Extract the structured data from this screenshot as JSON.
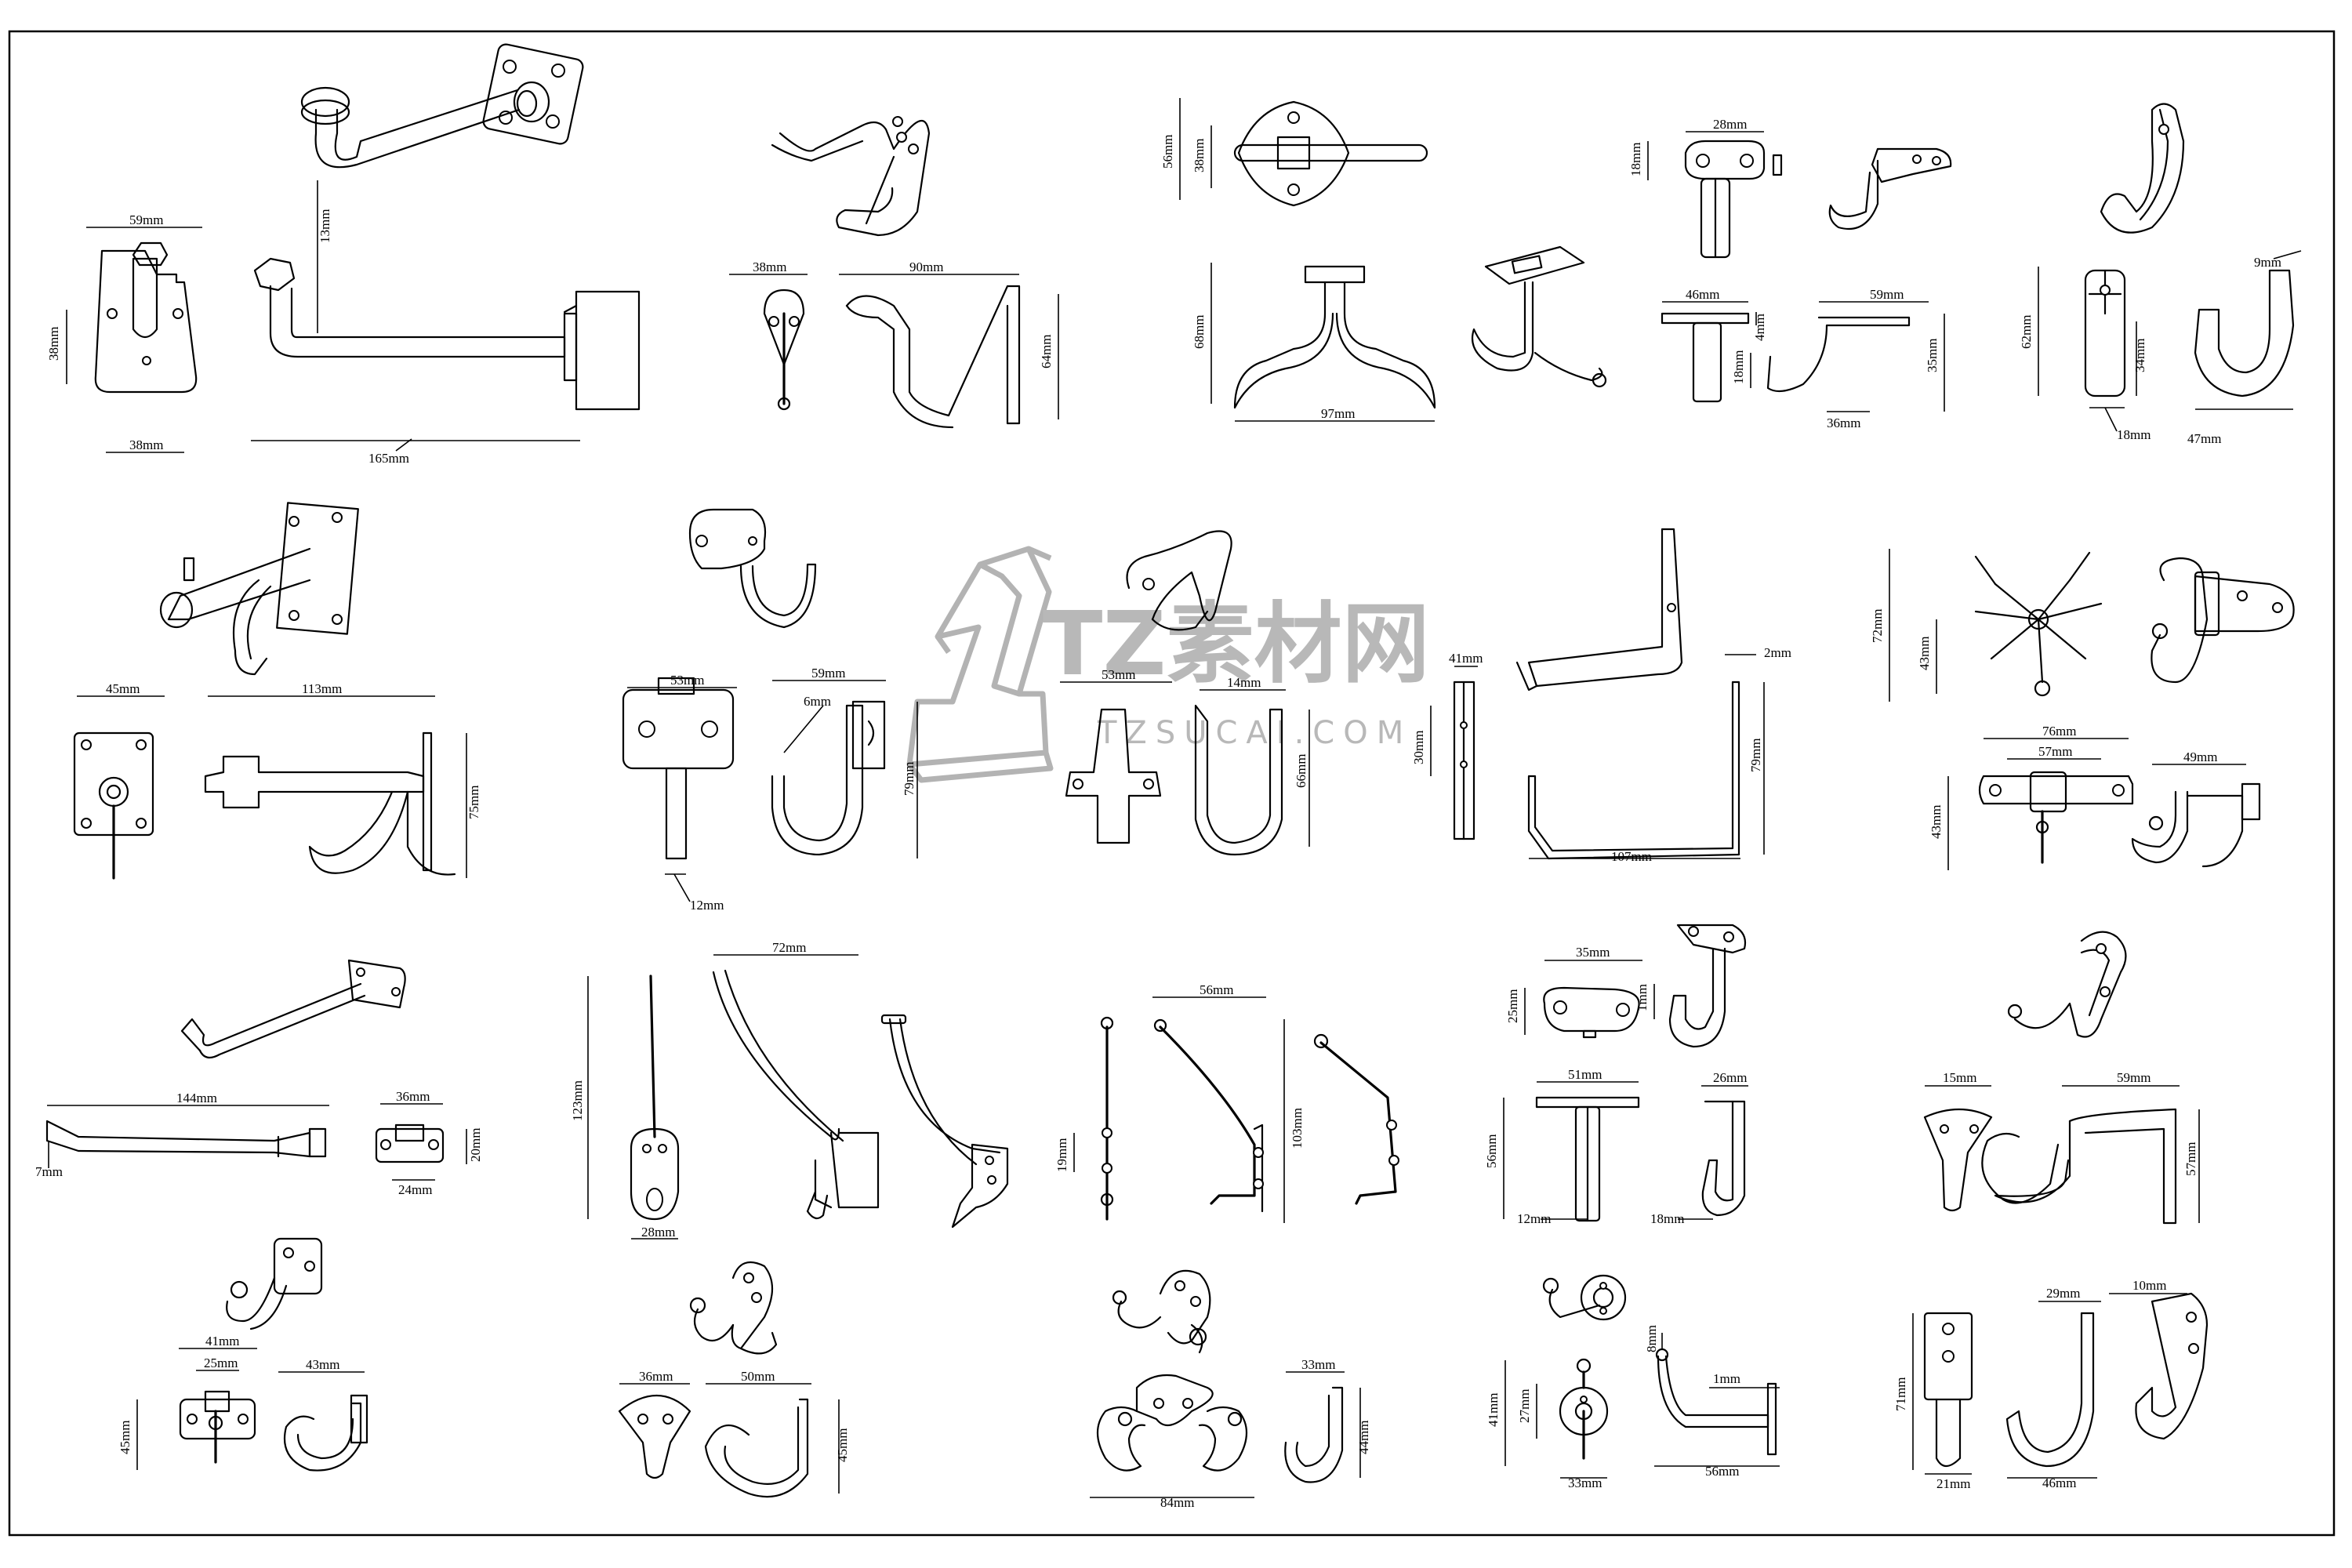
{
  "watermark": {
    "brand": "TZ素材网",
    "domain": "TZSUCAI.COM"
  },
  "dims": {
    "a1": "59mm",
    "a2": "38mm",
    "a3": "38mm",
    "a4": "13mm",
    "a5": "165mm",
    "b1": "38mm",
    "b2": "90mm",
    "b3": "64mm",
    "c1": "56mm",
    "c2": "38mm",
    "c3": "68mm",
    "c4": "97mm",
    "d1": "28mm",
    "d2": "18mm",
    "d3": "46mm",
    "d4": "4mm",
    "d5": "59mm",
    "d6": "35mm",
    "d7": "18mm",
    "d8": "36mm",
    "e1": "62mm",
    "e2": "34mm",
    "e3": "18mm",
    "e4": "9mm",
    "e5": "47mm",
    "f1": "45mm",
    "f2": "113mm",
    "f3": "75mm",
    "g1": "53mm",
    "g2": "59mm",
    "g3": "6mm",
    "g4": "79mm",
    "g5": "12mm",
    "h1": "53mm",
    "h2": "14mm",
    "h3": "66mm",
    "i1": "41mm",
    "i2": "30mm",
    "i3": "2mm",
    "i4": "79mm",
    "i5": "107mm",
    "j1": "72mm",
    "j2": "43mm",
    "j3": "76mm",
    "j4": "57mm",
    "j5": "49mm",
    "j6": "43mm",
    "k1": "144mm",
    "k2": "7mm",
    "k3": "36mm",
    "k4": "20mm",
    "k5": "24mm",
    "l1": "72mm",
    "l2": "123mm",
    "l3": "28mm",
    "m1": "56mm",
    "m2": "19mm",
    "m3": "103mm",
    "n1": "35mm",
    "n2": "25mm",
    "n3": "1mm",
    "n4": "51mm",
    "n5": "56mm",
    "n6": "12mm",
    "n7": "26mm",
    "n8": "18mm",
    "o1": "15mm",
    "o2": "59mm",
    "o3": "57mm",
    "p1": "41mm",
    "p2": "25mm",
    "p3": "43mm",
    "p4": "45mm",
    "q1": "36mm",
    "q2": "50mm",
    "q3": "45mm",
    "r1": "33mm",
    "r2": "84mm",
    "r3": "44mm",
    "s1": "8mm",
    "s2": "1mm",
    "s3": "41mm",
    "s4": "27mm",
    "s5": "33mm",
    "s6": "56mm",
    "t1": "29mm",
    "t2": "10mm",
    "t3": "71mm",
    "t4": "21mm",
    "t5": "46mm"
  }
}
